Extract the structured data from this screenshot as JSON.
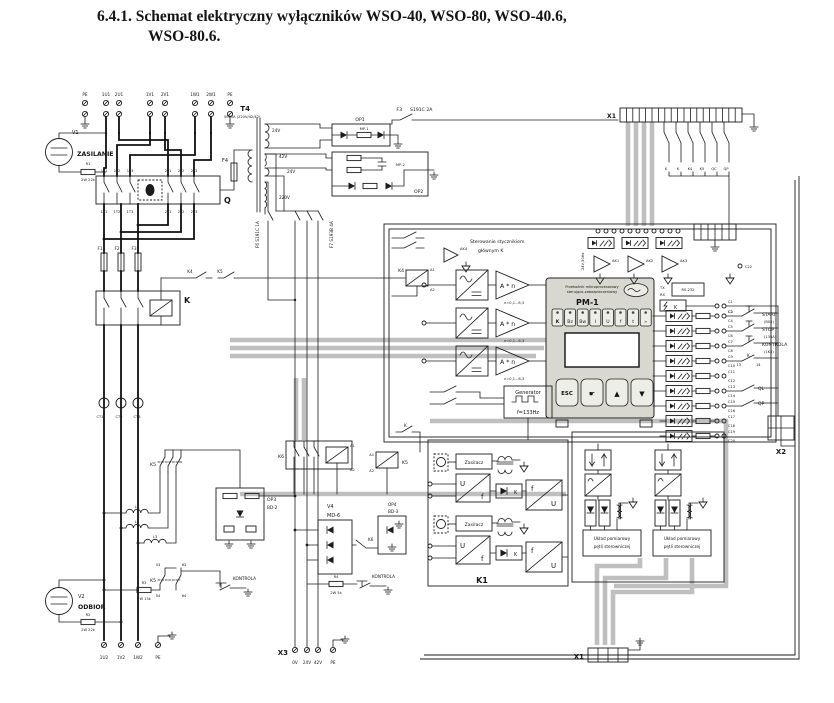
{
  "title": {
    "line1": "6.4.1. Schemat elektryczny wyłączników WSO-40, WSO-80, WSO-40.6,",
    "line2": "WSO-80.6."
  },
  "top": {
    "terminals": [
      "PE",
      "1U1",
      "2U1",
      "1V1",
      "2V1",
      "1W1",
      "2W1",
      "PE"
    ],
    "v1": "V1",
    "zasilanie": "ZASILANIE",
    "r1": "R1",
    "r1_val": "2W 22k",
    "q": "Q",
    "q_top": [
      "1L1",
      "1L2",
      "1L3",
      "2L1",
      "2L2",
      "2L3"
    ],
    "q_bot": [
      "1T1",
      "1T2",
      "1T3",
      "2T1",
      "2T2",
      "2T3"
    ],
    "f4": "F4",
    "t4": "T4",
    "t4_sub": "500VA (220V/42/42)",
    "taps": [
      "24V",
      "42V",
      "24V",
      "220V"
    ],
    "op1": "OP1",
    "mp1": "MP-1",
    "op2": "OP2",
    "mp2": "MP-2",
    "f3": "F3",
    "f3_val": "S191C 2A",
    "f6": "F6  S191C 1A",
    "f7": "F7  S193B 4A",
    "x1": "X1",
    "x1_sw": [
      "K",
      "K",
      "K4",
      "K5",
      "QC",
      "QP"
    ]
  },
  "mid": {
    "f1": "F1",
    "f2": "F2",
    "f3": "F3",
    "k": "K",
    "k4": "K4",
    "k5": "K5",
    "ct1": "CT1",
    "ct2": "CT2",
    "ct3": "CT3",
    "k4_relay": "K4",
    "a1": "A1",
    "a2": "A2",
    "ster1": "Sterowanie stycznikiem",
    "ster2": "głównym K",
    "ak4": "AK4",
    "amp": "A * n",
    "amp_sub": "n=0,1...6,3",
    "ak1": "AK1",
    "ak2": "AK2",
    "ak3": "AK3",
    "v50": "24V,50Hz",
    "c22": "C22",
    "gen1": "Generator",
    "gen2": "f=133Hz",
    "k6": "K6",
    "k5_coil": "K5",
    "k_aux": "K"
  },
  "pm1": {
    "hdr1": "Przekaźnik mikroprocesorowy",
    "hdr2": "sterująco-zabezpieczeniowy",
    "title": "PM-1",
    "keys": [
      "K",
      "Bz",
      "Bw",
      "I",
      "U",
      "f",
      "t",
      "»"
    ],
    "nav": [
      "ESC",
      "☛",
      "▲",
      "▼"
    ]
  },
  "right": {
    "tx": "TX",
    "rx": "RX",
    "rs": "RS-232",
    "kbox": "K",
    "c": [
      "C1",
      "C2",
      "C3",
      "C4",
      "C5",
      "C6",
      "C7",
      "C8",
      "C9",
      "C10",
      "C11",
      "C12",
      "C13",
      "C14",
      "C15",
      "C16",
      "C17",
      "C18",
      "C19",
      "C20"
    ],
    "start": "START",
    "start_c": "(B05)",
    "stop": "STOP",
    "stop_c": "(135A)",
    "kontrola": "KONTROLA",
    "kontrola_c": "(1K3)",
    "k": "K",
    "p13": "13",
    "p14": "14",
    "ql": "QL",
    "qp": "QP",
    "x2": "X2"
  },
  "bottom": {
    "k5a": "K5",
    "l1": "L1",
    "l2": "L2",
    "l3": "L3",
    "op3": "OP3",
    "op3_t": "BD-2",
    "k5b": "K5",
    "p53": "53",
    "p54": "54",
    "p63": "63",
    "p64": "64",
    "kontrola1": "KONTROLA",
    "r3": "R3",
    "r3_val": "2W 15k",
    "v2": "V2",
    "odbior": "ODBIOR",
    "r2": "R2",
    "r2_val": "2W 22k",
    "terms": [
      "1U2",
      "1V2",
      "1W2",
      "PE"
    ],
    "v4": "V4",
    "v4_t": "MD-6",
    "k6": "K6",
    "op4": "OP4",
    "op4_t": "BD-3",
    "kontrola2": "KONTROLA",
    "r4": "R4",
    "r4_val": "2W 5k",
    "zasilacz": "Zasilacz",
    "u": "U",
    "f": "f",
    "kopto": "K",
    "k1": "K1",
    "x3": "X3",
    "x3_terms": [
      "0V",
      "24V",
      "42V",
      "PE"
    ],
    "uk1": "Układ pomiarowy",
    "uk2": "pętli sterowniczej",
    "x1": "X1"
  }
}
